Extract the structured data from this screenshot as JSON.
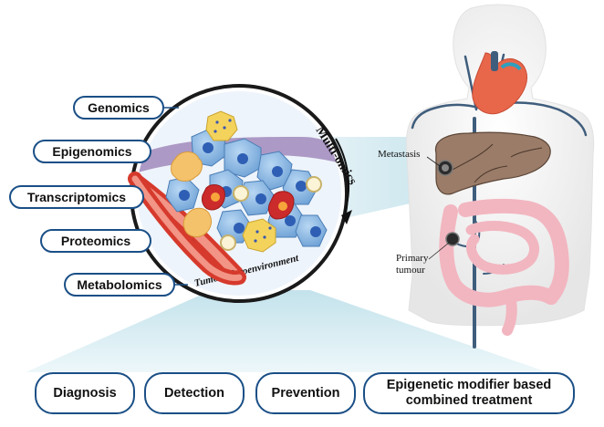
{
  "omics_layers": [
    "Genomics",
    "Epigenomics",
    "Transcriptomics",
    "Proteomics",
    "Metabolomics"
  ],
  "circle_labels": {
    "top": "Multi-omics",
    "bottom": "Tumor microenvironment"
  },
  "body_labels": {
    "metastasis": "Metastasis",
    "primary_line1": "Primary",
    "primary_line2": "tumour"
  },
  "applications": [
    "Diagnosis",
    "Detection",
    "Prevention"
  ],
  "treatment": {
    "line1": "Epigenetic modifier based",
    "line2": "combined treatment"
  },
  "colors": {
    "pill_border": "#1a4f86",
    "beam": "#cfe8ef",
    "body": "#f1f1f1",
    "vessel": "#3d5b78",
    "heart": "#e8674a",
    "liver": "#9a7c69",
    "intestine": "#f2b6c0",
    "cell_blue": "#4f8ccf",
    "cell_yellow": "#f3c65b",
    "cell_red": "#cc2b2b"
  }
}
